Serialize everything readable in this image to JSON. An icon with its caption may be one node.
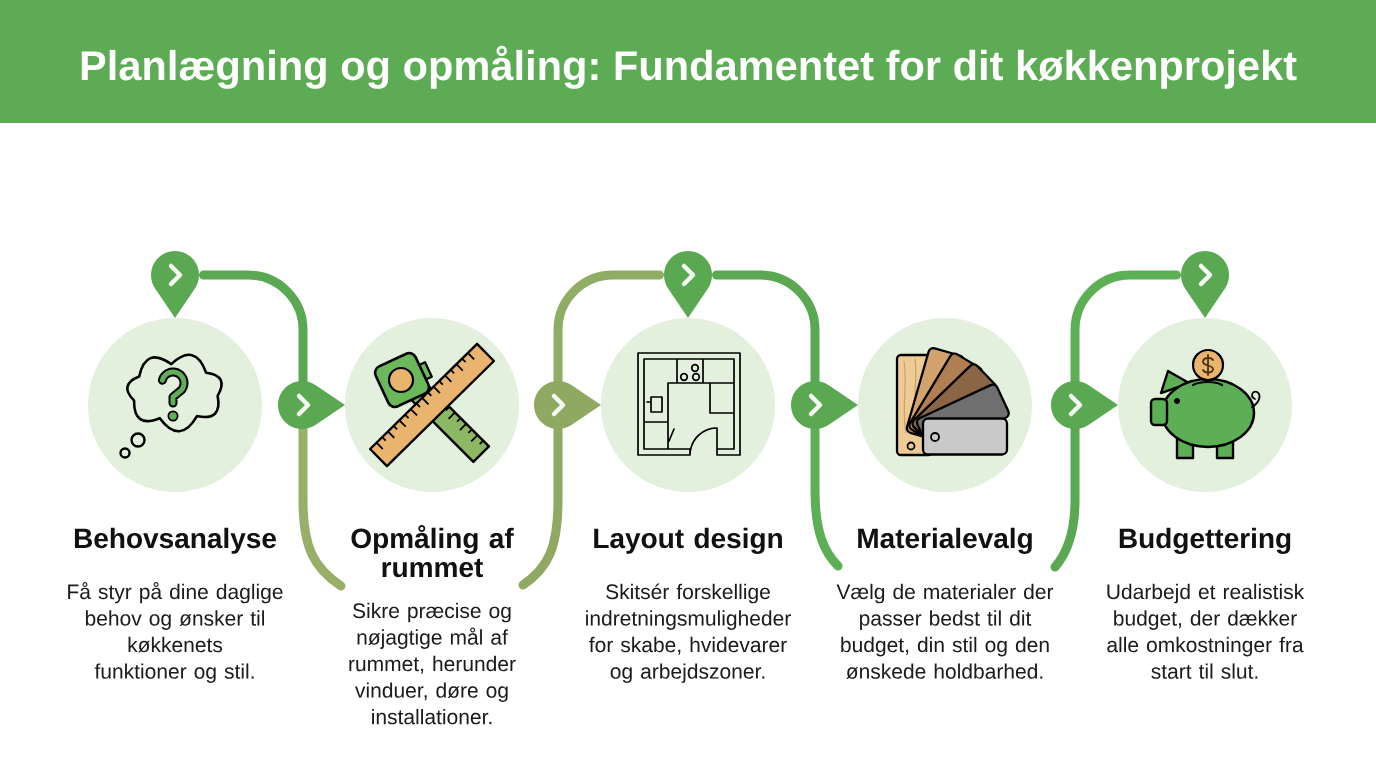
{
  "diagram": {
    "title": "Planlægning og opmåling: Fundamentet for dit køkkenprojekt",
    "nodes": [
      {
        "text": [
          "Behovsanalyse",
          "Få styr på dine daglige behov og ønsker til køkkenets funktioner og stil."
        ]
      },
      {
        "text": [
          "Opmåling af rummet",
          "Sikre præcise og nøjagtige mål af rummet, herunder vinduer, døre og installationer."
        ]
      },
      {
        "text": [
          "Layout design",
          "Skitsér forskellige indretningsmuligheder for skabe, hvidevarer og arbejdszoner."
        ]
      },
      {
        "text": [
          "Materialevalg",
          "Vælg de materialer der passer bedst til dit budget, din stil og den ønskede holdbarhed."
        ]
      },
      {
        "text": [
          "Budgettering",
          "Udarbejd et realistisk budget, der dækker alle omkostninger fra start til slut."
        ]
      }
    ],
    "edges": [
      {
        "from": 0,
        "to": 1,
        "arrow": "to"
      },
      {
        "from": 1,
        "to": 2,
        "arrow": "to",
        "color": "#8fa862"
      },
      {
        "from": 2,
        "to": 3,
        "arrow": "to"
      },
      {
        "from": 3,
        "to": 4,
        "arrow": "to"
      }
    ]
  }
}
